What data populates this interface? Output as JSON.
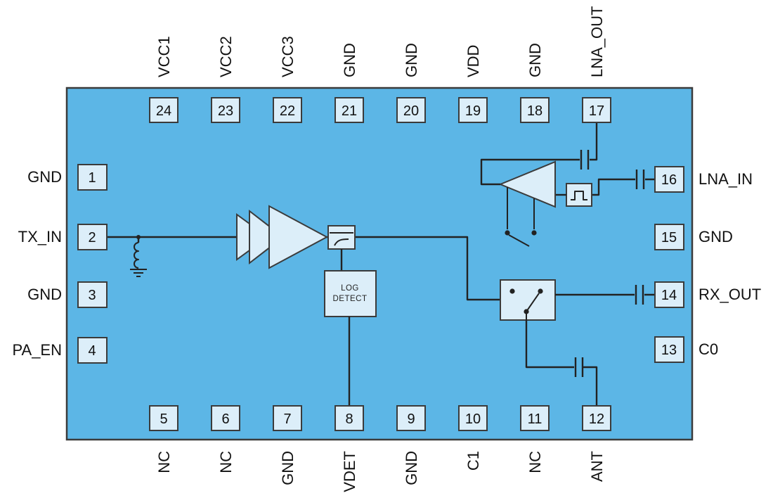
{
  "diagram": {
    "title": "RF front-end IC functional block diagram with 24-pin pinout",
    "colors": {
      "body_fill": "#5cb6e6",
      "pad_fill": "#dceef9",
      "outline": "#3b3b3b",
      "wire": "#222222",
      "label": "#111111"
    },
    "pins": {
      "top": [
        {
          "number": "24",
          "label": "VCC1"
        },
        {
          "number": "23",
          "label": "VCC2"
        },
        {
          "number": "22",
          "label": "VCC3"
        },
        {
          "number": "21",
          "label": "GND"
        },
        {
          "number": "20",
          "label": "GND"
        },
        {
          "number": "19",
          "label": "VDD"
        },
        {
          "number": "18",
          "label": "GND"
        },
        {
          "number": "17",
          "label": "LNA_OUT"
        }
      ],
      "left": [
        {
          "number": "1",
          "label": "GND"
        },
        {
          "number": "2",
          "label": "TX_IN"
        },
        {
          "number": "3",
          "label": "GND"
        },
        {
          "number": "4",
          "label": "PA_EN"
        }
      ],
      "right": [
        {
          "number": "16",
          "label": "LNA_IN"
        },
        {
          "number": "15",
          "label": "GND"
        },
        {
          "number": "14",
          "label": "RX_OUT"
        },
        {
          "number": "13",
          "label": "C0"
        }
      ],
      "bottom": [
        {
          "number": "5",
          "label": "NC"
        },
        {
          "number": "6",
          "label": "NC"
        },
        {
          "number": "7",
          "label": "GND"
        },
        {
          "number": "8",
          "label": "VDET"
        },
        {
          "number": "9",
          "label": "GND"
        },
        {
          "number": "10",
          "label": "C1"
        },
        {
          "number": "11",
          "label": "NC"
        },
        {
          "number": "12",
          "label": "ANT"
        }
      ]
    },
    "blocks": {
      "log_detect_line1": "LOG",
      "log_detect_line2": "DETECT"
    }
  }
}
